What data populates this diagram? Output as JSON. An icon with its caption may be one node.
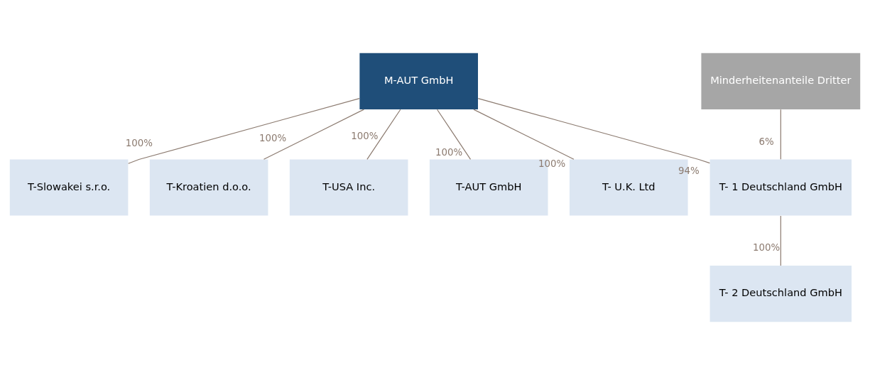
{
  "diagram": {
    "nodes": [
      {
        "text": [
          "M-AUT GmbH"
        ]
      },
      {
        "text": [
          "Minderheitenanteile Dritter"
        ]
      },
      {
        "text": [
          "T-Slowakei s.r.o."
        ]
      },
      {
        "text": [
          "T-Kroatien d.o.o."
        ]
      },
      {
        "text": [
          "T-USA Inc."
        ]
      },
      {
        "text": [
          "T-AUT GmbH"
        ]
      },
      {
        "text": [
          "T- U.K. Ltd"
        ]
      },
      {
        "text": [
          "T- 1 Deutschland GmbH"
        ]
      },
      {
        "text": [
          "T- 2 Deutschland GmbH"
        ]
      }
    ],
    "edges": [
      {
        "from": 0,
        "to": 2,
        "arrow": "none",
        "label": "100%"
      },
      {
        "from": 0,
        "to": 3,
        "arrow": "none",
        "label": "100%"
      },
      {
        "from": 0,
        "to": 4,
        "arrow": "none",
        "label": "100%"
      },
      {
        "from": 0,
        "to": 5,
        "arrow": "none",
        "label": "100%"
      },
      {
        "from": 0,
        "to": 6,
        "arrow": "none",
        "label": "100%"
      },
      {
        "from": 0,
        "to": 7,
        "arrow": "none",
        "label": "94%"
      },
      {
        "from": 1,
        "to": 7,
        "arrow": "none",
        "label": "6%"
      },
      {
        "from": 7,
        "to": 8,
        "arrow": "none",
        "label": "100%"
      }
    ]
  }
}
